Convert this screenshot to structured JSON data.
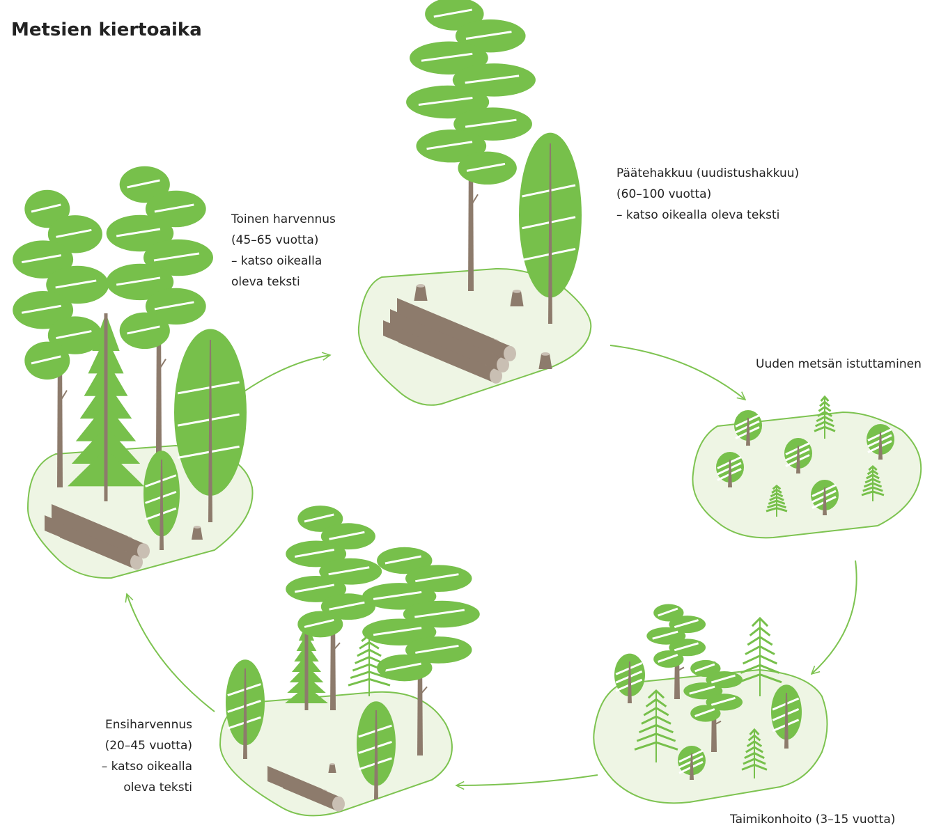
{
  "title": "Metsien kiertoaika",
  "stages": {
    "toinen_harvennus": {
      "lines": [
        "Toinen harvennus",
        "(45–65 vuotta)",
        "– katso oikealla",
        "oleva teksti"
      ]
    },
    "paatehakkuu": {
      "lines": [
        "Päätehakkuu (uudistushakkuu)",
        "(60–100 vuotta)",
        "– katso oikealla oleva teksti"
      ]
    },
    "istuttaminen": {
      "lines": [
        "Uuden metsän istuttaminen"
      ]
    },
    "taimikonhoito": {
      "lines": [
        "Taimikonhoito (3–15 vuotta)"
      ]
    },
    "ensiharvennus": {
      "lines": [
        "Ensiharvennus",
        "(20–45 vuotta)",
        "– katso oikealla",
        "oleva teksti"
      ]
    }
  },
  "colors": {
    "leaf": "#77c04b",
    "trunk": "#8d7b6c",
    "ground": "#eef5e4",
    "outline": "#7dc350",
    "arrow": "#7dc350",
    "log_end": "#c9bfb3"
  }
}
